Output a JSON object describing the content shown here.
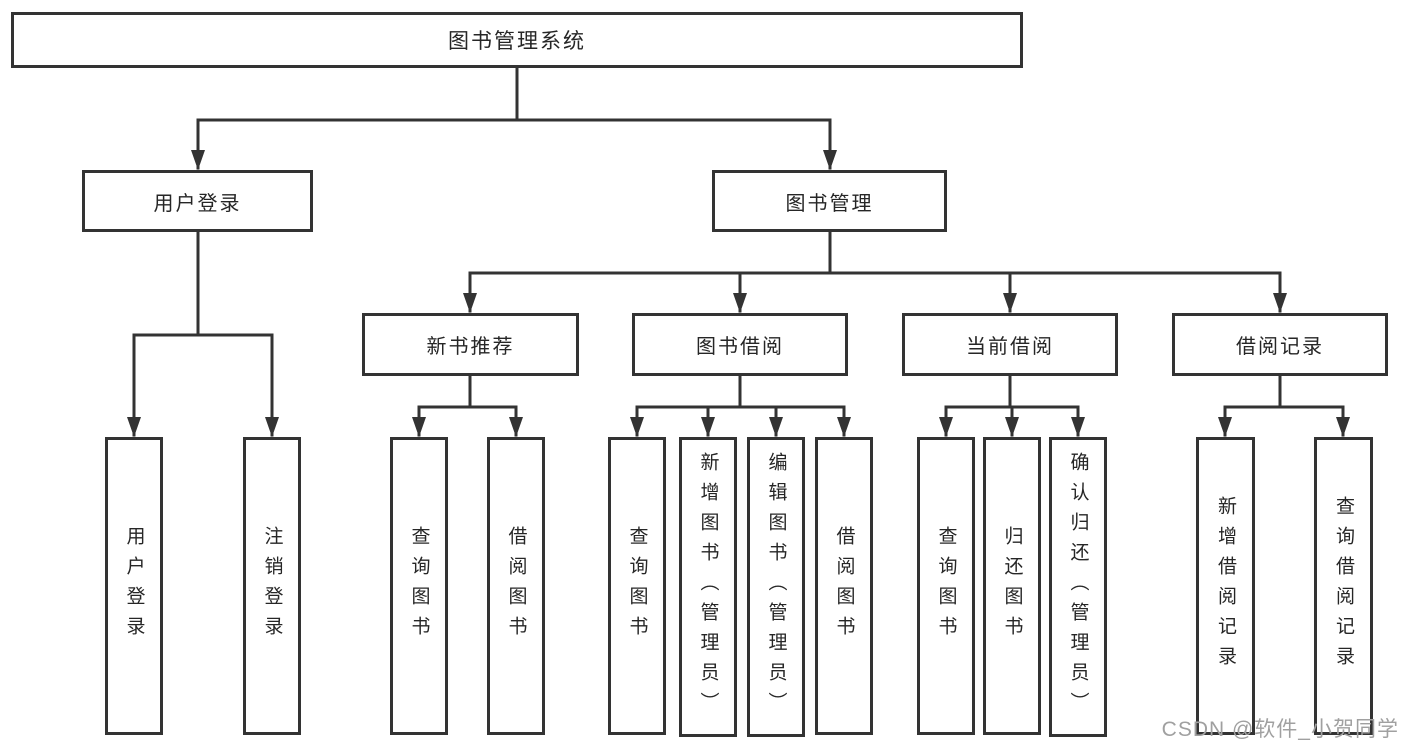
{
  "diagram": {
    "type": "hierarchy-tree",
    "tree": {
      "root": {
        "label": "图书管理系统",
        "children": [
          {
            "label": "用户登录",
            "children": [
              {
                "label": "用户登录"
              },
              {
                "label": "注销登录"
              }
            ]
          },
          {
            "label": "图书管理",
            "children": [
              {
                "label": "新书推荐",
                "children": [
                  {
                    "label": "查询图书"
                  },
                  {
                    "label": "借阅图书"
                  }
                ]
              },
              {
                "label": "图书借阅",
                "children": [
                  {
                    "label": "查询图书"
                  },
                  {
                    "label": "新增图书（管理员）"
                  },
                  {
                    "label": "编辑图书（管理员）"
                  },
                  {
                    "label": "借阅图书"
                  }
                ]
              },
              {
                "label": "当前借阅",
                "children": [
                  {
                    "label": "查询图书"
                  },
                  {
                    "label": "归还图书"
                  },
                  {
                    "label": "确认归还（管理员）"
                  }
                ]
              },
              {
                "label": "借阅记录",
                "children": [
                  {
                    "label": "新增借阅记录"
                  },
                  {
                    "label": "查询借阅记录"
                  }
                ]
              }
            ]
          }
        ]
      }
    },
    "watermark": "CSDN @软件_小贺同学",
    "colors": {
      "line": "#333333",
      "box_border": "#333333",
      "box_background": "#ffffff",
      "text": "#262626",
      "watermark": "#a0a0a0",
      "background": "#ffffff"
    }
  }
}
